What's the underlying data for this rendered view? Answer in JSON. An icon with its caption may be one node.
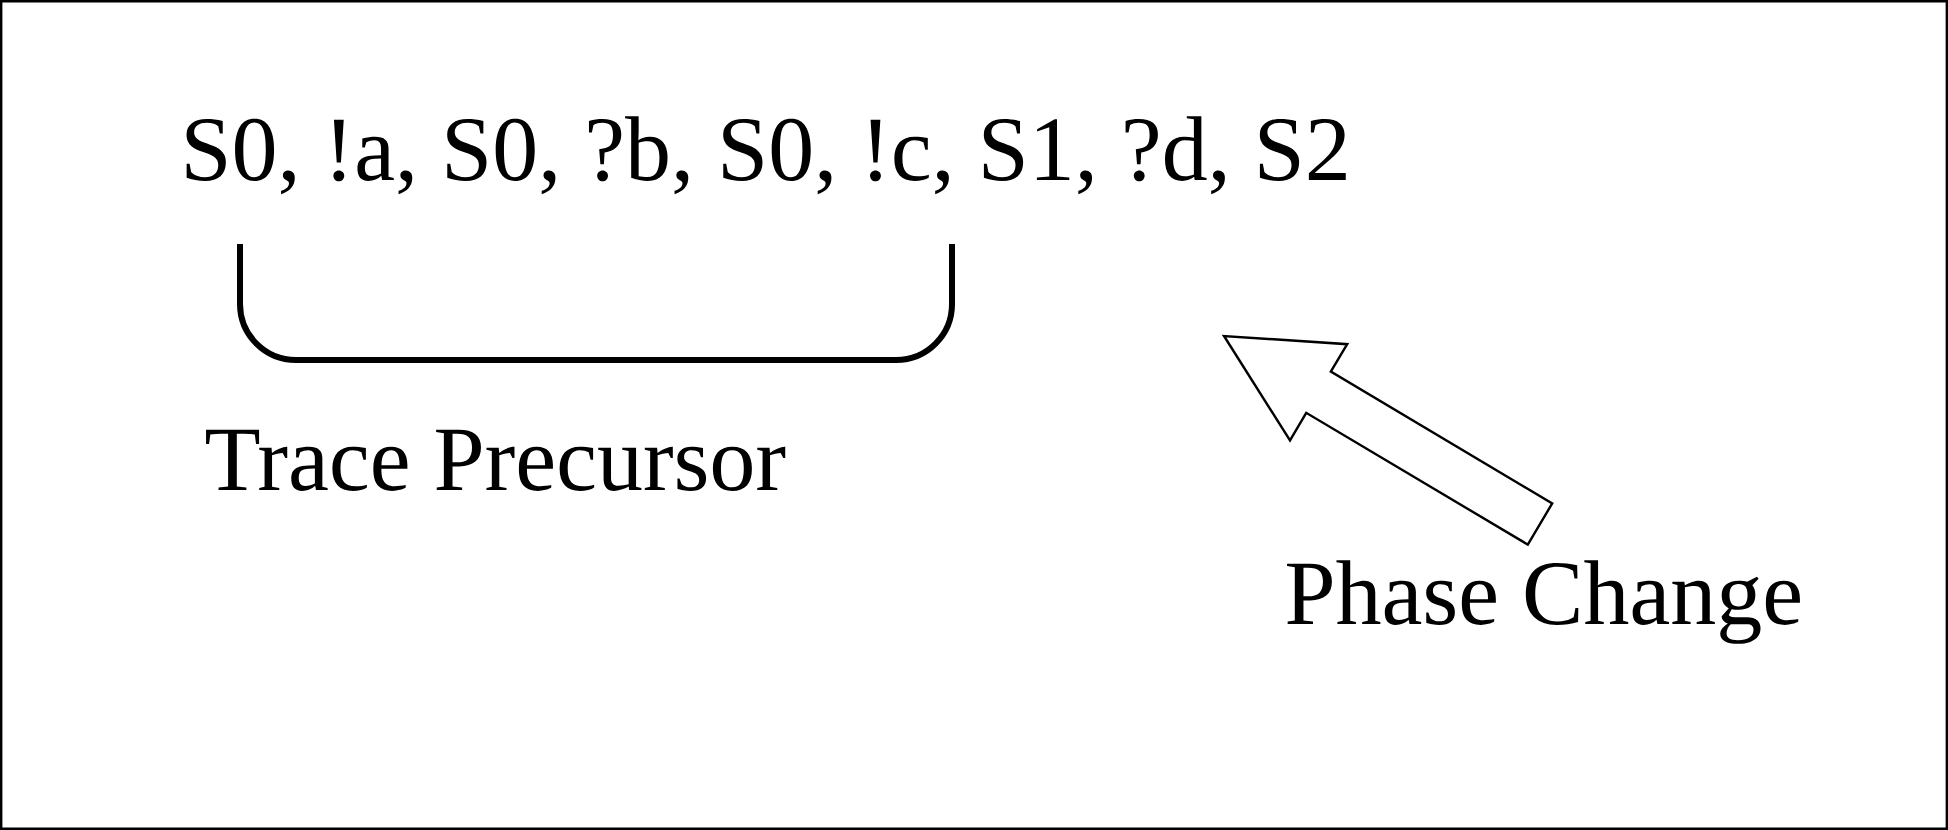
{
  "diagram": {
    "nodes": [
      {
        "text": [
          "S0, !a, S0, ?b, S0, !c, S1, ?d, S2"
        ]
      },
      {
        "text": [
          "Phase Change"
        ]
      }
    ],
    "edges": [
      {
        "from": 1,
        "to": 0,
        "arrow": "to"
      }
    ],
    "labels": [
      "Trace Precursor"
    ]
  }
}
